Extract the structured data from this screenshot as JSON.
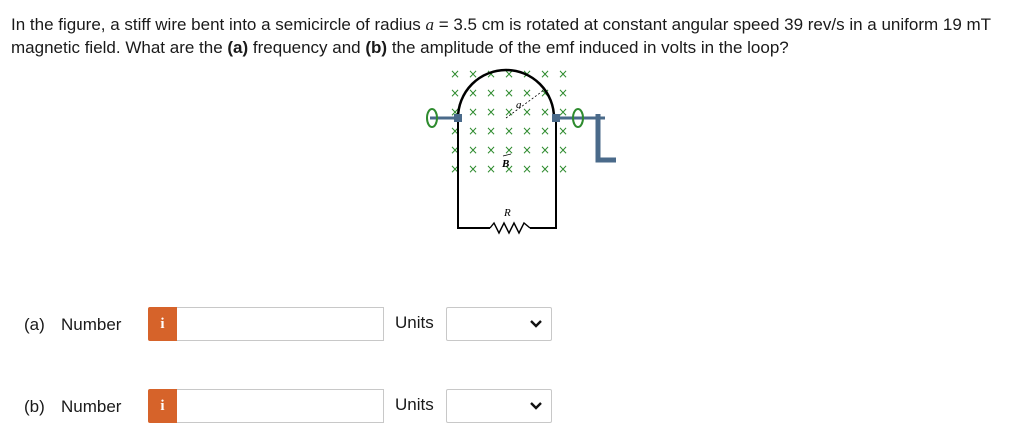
{
  "question": {
    "p1": "In the figure, a stiff wire bent into a semicircle of radius ",
    "var_a": "a",
    "p2": " = 3.5 cm is rotated at constant angular speed 39 rev/s in a uniform 19 mT magnetic field. What are the ",
    "part_a_tag": "(a)",
    "p3": " frequency and ",
    "part_b_tag": "(b)",
    "p4": " the amplitude of the emf induced in volts in the loop?"
  },
  "figure": {
    "radius_label": "a",
    "field_label": "B",
    "resistor_label": "R",
    "x_mark": "×"
  },
  "parts": [
    {
      "label": "(a)",
      "number_label": "Number",
      "info_icon_text": "i",
      "value": "",
      "units_label": "Units",
      "units_value": ""
    },
    {
      "label": "(b)",
      "number_label": "Number",
      "info_icon_text": "i",
      "value": "",
      "units_label": "Units",
      "units_value": ""
    }
  ],
  "colors": {
    "info_button": "#d6632a",
    "field_x": "#2e8b2e",
    "crank": "#4a6a8a"
  }
}
